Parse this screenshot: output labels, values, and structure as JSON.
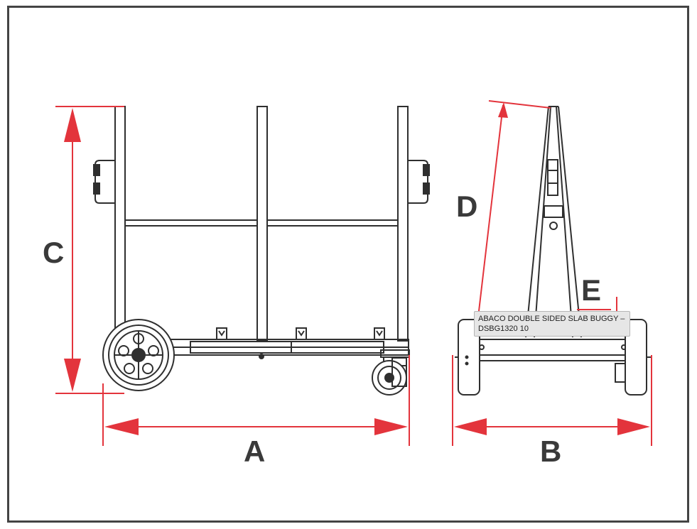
{
  "colors": {
    "dimension": "#e3343c",
    "frame": "#444444",
    "line": "#2f2f2f",
    "tooltip_bg": "#e6e6e6"
  },
  "dimensions": {
    "A": "A",
    "B": "B",
    "C": "C",
    "D": "D",
    "E": "E"
  },
  "tooltip": {
    "text": "ABACO DOUBLE SIDED SLAB BUGGY – DSBG1320 10"
  }
}
